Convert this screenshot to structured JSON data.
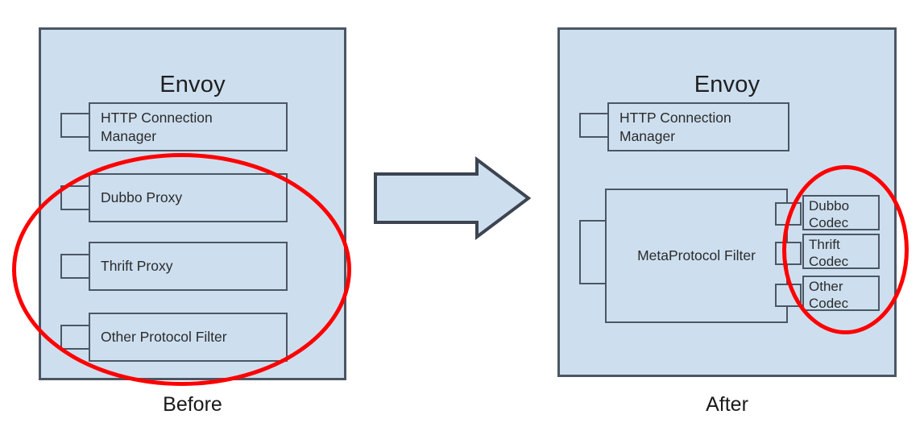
{
  "diagram": {
    "title_before": "Before",
    "title_after": "After",
    "arrow": {
      "name": "right-arrow",
      "fill": "#cddfef",
      "stroke": "#4c5663"
    },
    "highlight_color": "#ff0000",
    "box_fill": "#cddfef",
    "box_stroke": "#4c5663",
    "before": {
      "container_label": "Envoy",
      "filters": [
        {
          "label": "HTTP Connection\nManager"
        },
        {
          "label": "Dubbo Proxy"
        },
        {
          "label": "Thrift Proxy"
        },
        {
          "label": "Other Protocol Filter"
        }
      ]
    },
    "after": {
      "container_label": "Envoy",
      "filters": [
        {
          "label": "HTTP Connection\nManager"
        },
        {
          "label": "MetaProtocol Filter"
        }
      ],
      "codecs": [
        {
          "label": "Dubbo\nCodec"
        },
        {
          "label": "Thrift\nCodec"
        },
        {
          "label": "Other\nCodec"
        }
      ]
    }
  }
}
